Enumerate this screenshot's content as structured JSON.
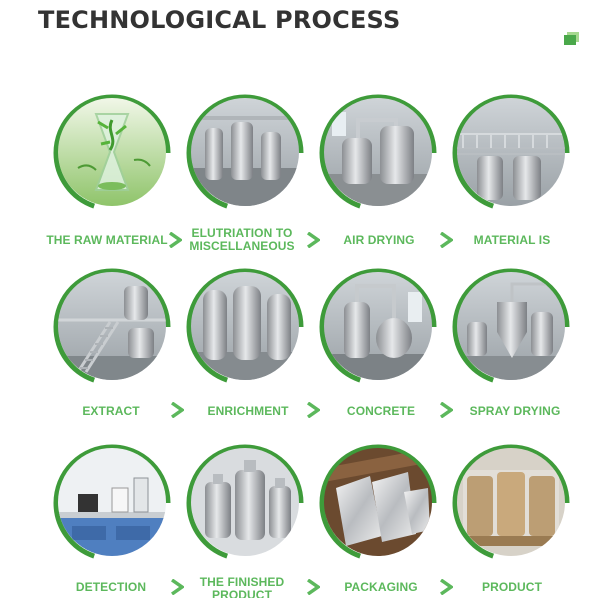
{
  "page": {
    "title": "TECHNOLOGICAL PROCESS"
  },
  "colors": {
    "accent_green": "#5cb85c",
    "ring_green": "#3e9b3a",
    "title_dark": "#333333"
  },
  "steps": [
    {
      "label": "THE RAW MATERIAL",
      "image": "hourglass-herbs-photo"
    },
    {
      "label": "ELUTRIATION TO MISCELLANEOUS",
      "image": "steel-tanks-factory-photo"
    },
    {
      "label": "AIR DRYING",
      "image": "drying-equipment-photo"
    },
    {
      "label": "MATERIAL IS",
      "image": "stainless-tank-platform-photo"
    },
    {
      "label": "EXTRACT",
      "image": "extraction-stairs-photo"
    },
    {
      "label": "ENRICHMENT",
      "image": "enrichment-tanks-photo"
    },
    {
      "label": "CONCRETE",
      "image": "concrete-equipment-photo"
    },
    {
      "label": "SPRAY DRYING",
      "image": "spray-dryer-photo"
    },
    {
      "label": "DETECTION",
      "image": "laboratory-photo"
    },
    {
      "label": "THE FINISHED PRODUCT",
      "image": "aluminium-bottles-photo"
    },
    {
      "label": "PACKAGING",
      "image": "foil-bags-photo"
    },
    {
      "label": "PRODUCT",
      "image": "wrapped-drums-pallet-photo"
    }
  ]
}
